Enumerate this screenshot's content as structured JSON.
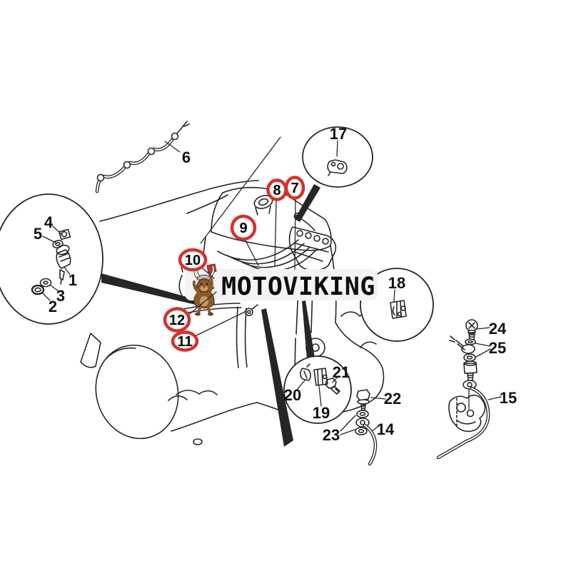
{
  "page": {
    "background": "#ffffff",
    "kind": "engine-parts-diagram-product-image"
  },
  "watermark": {
    "brand": "MOTOVIKING",
    "mascot": "viking-dog-with-axe"
  },
  "colors": {
    "callout_red": "#d4332a",
    "line": "#262626",
    "watermark_bg": "#f3f3f3",
    "label_text": "#111111"
  },
  "diagram": {
    "subject": "Diesel engine fuel injection system exploded parts diagram",
    "plain_callouts": [
      {
        "part": "1"
      },
      {
        "part": "2"
      },
      {
        "part": "3"
      },
      {
        "part": "4"
      },
      {
        "part": "5"
      },
      {
        "part": "6"
      },
      {
        "part": "14"
      },
      {
        "part": "15"
      },
      {
        "part": "17"
      },
      {
        "part": "18"
      },
      {
        "part": "19"
      },
      {
        "part": "20"
      },
      {
        "part": "21"
      },
      {
        "part": "22"
      },
      {
        "part": "23"
      },
      {
        "part": "24"
      },
      {
        "part": "25"
      }
    ],
    "highlighted_callouts": [
      {
        "part": "7"
      },
      {
        "part": "8"
      },
      {
        "part": "9"
      },
      {
        "part": "10"
      },
      {
        "part": "11"
      },
      {
        "part": "12"
      }
    ]
  }
}
